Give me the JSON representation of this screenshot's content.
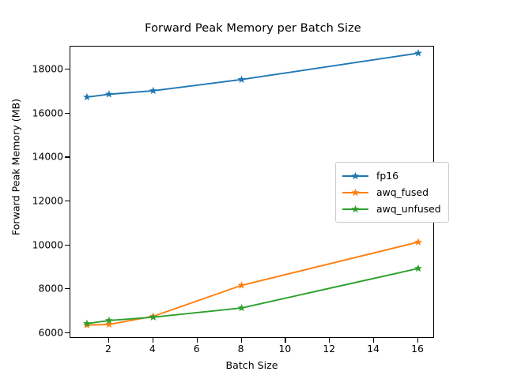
{
  "chart_data": {
    "type": "line",
    "title": "Forward Peak Memory per Batch Size",
    "xlabel": "Batch Size",
    "ylabel": "Forward Peak Memory (MB)",
    "x": [
      1,
      2,
      4,
      8,
      16
    ],
    "xlim": [
      0.25,
      16.75
    ],
    "ylim": [
      5750,
      19050
    ],
    "xticks": [
      2,
      4,
      6,
      8,
      10,
      12,
      14,
      16
    ],
    "yticks": [
      6000,
      8000,
      10000,
      12000,
      14000,
      16000,
      18000
    ],
    "grid": false,
    "legend_position": "center right",
    "marker": "star",
    "series": [
      {
        "name": "fp16",
        "color": "#1f77b4",
        "values": [
          16750,
          16880,
          17040,
          17550,
          18750
        ]
      },
      {
        "name": "awq_fused",
        "color": "#ff7f0e",
        "values": [
          6370,
          6400,
          6770,
          8180,
          10150
        ]
      },
      {
        "name": "awq_unfused",
        "color": "#2ca02c",
        "values": [
          6440,
          6580,
          6730,
          7150,
          8950
        ]
      }
    ]
  },
  "legend": {
    "items": [
      {
        "label": "fp16"
      },
      {
        "label": "awq_fused"
      },
      {
        "label": "awq_unfused"
      }
    ]
  }
}
